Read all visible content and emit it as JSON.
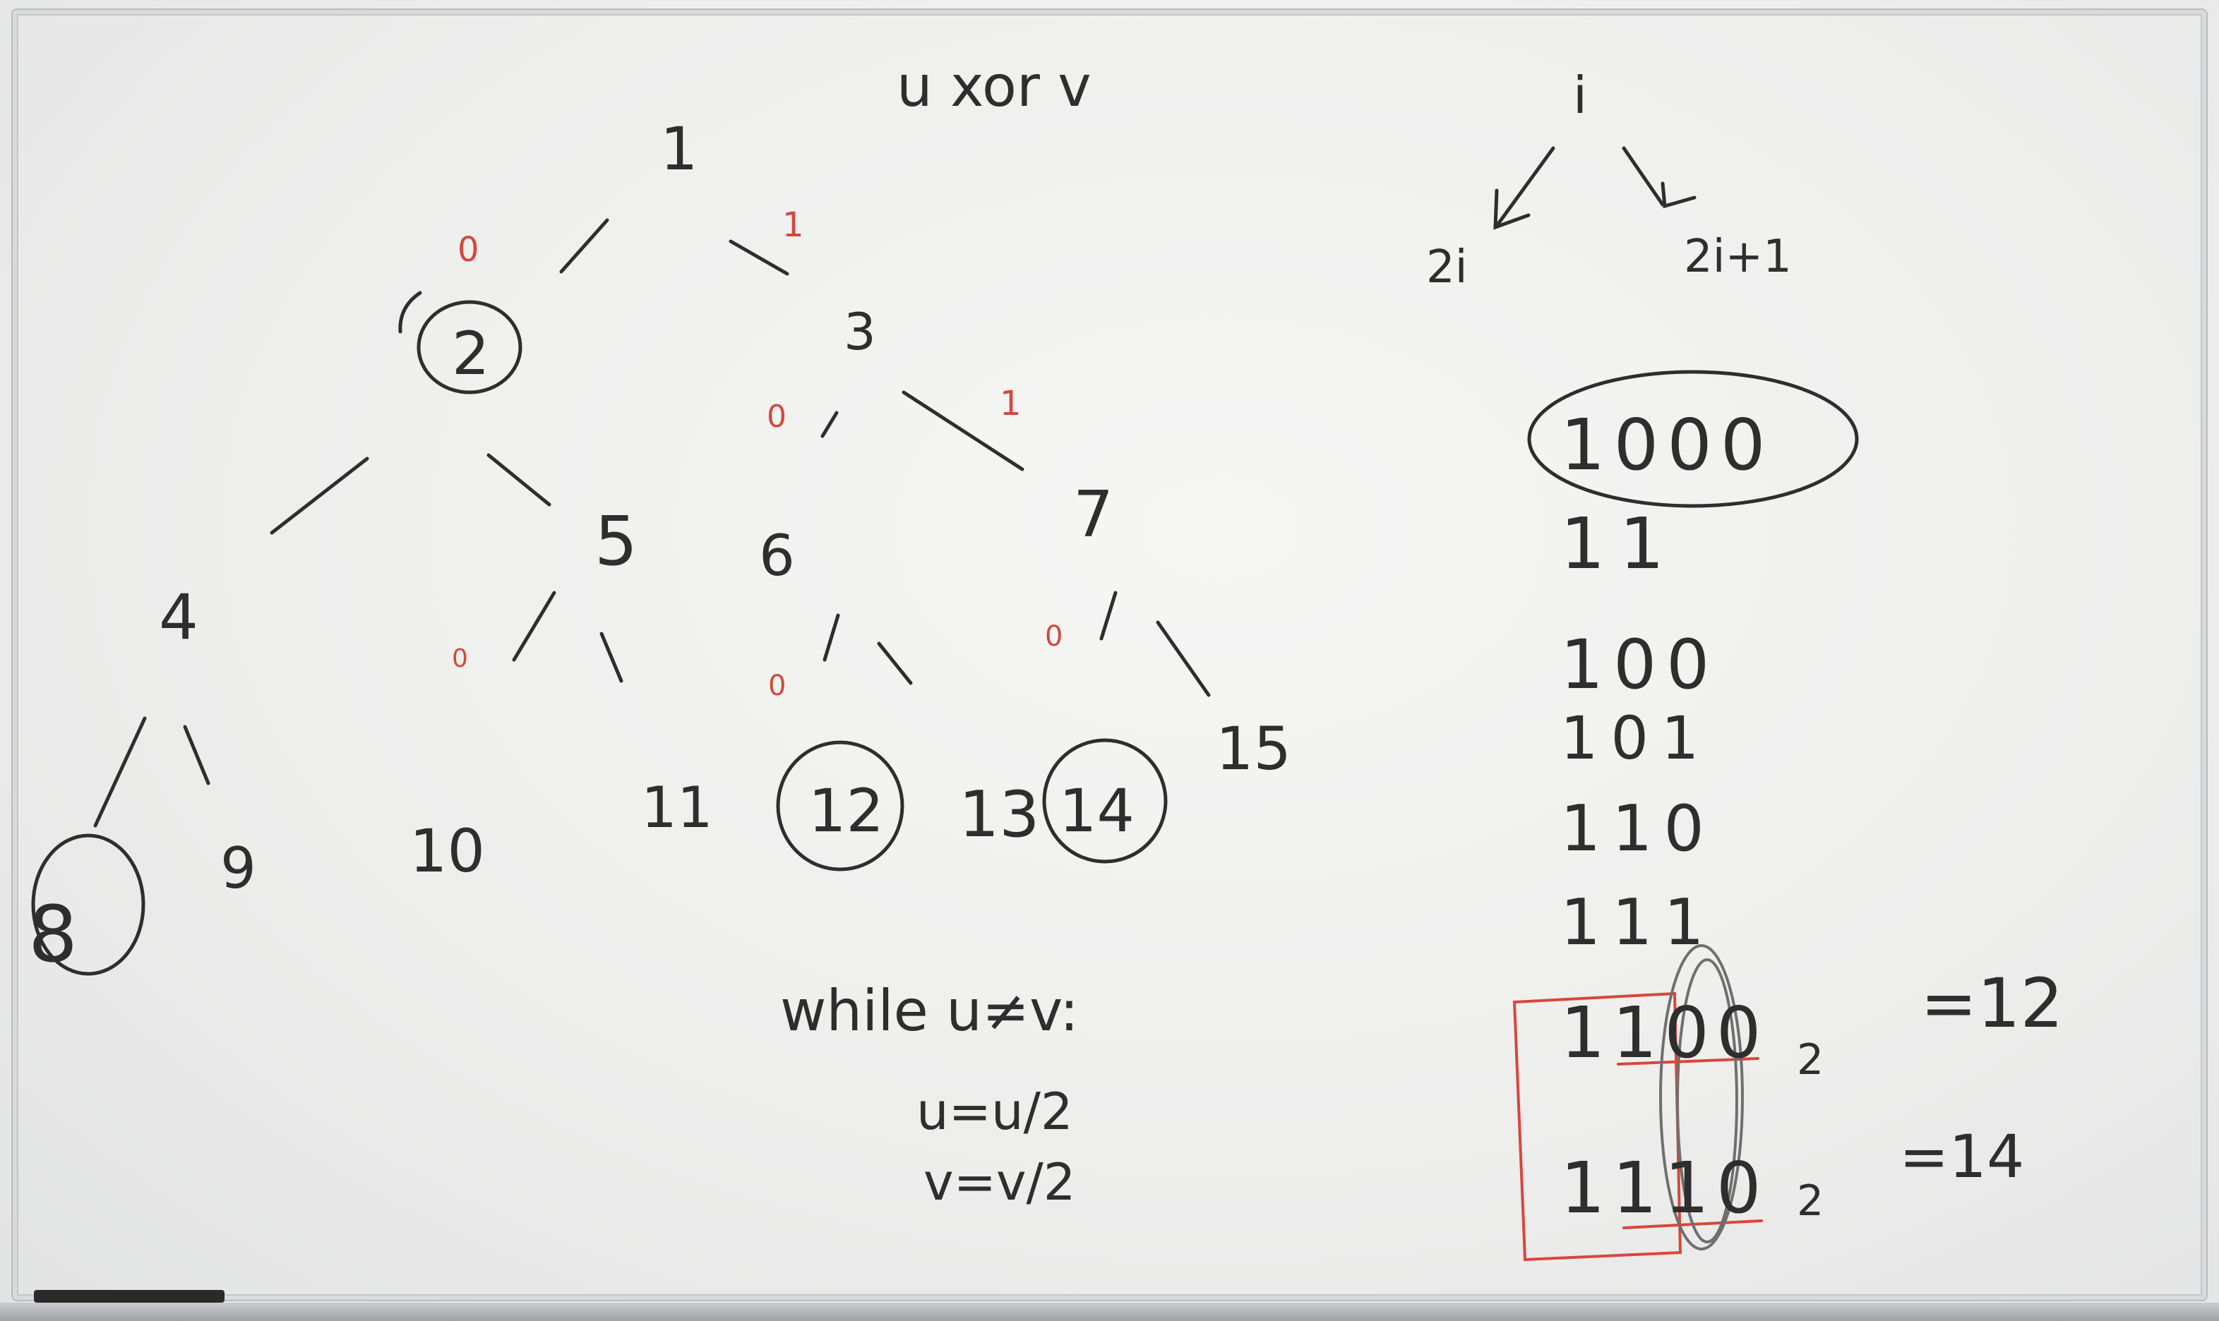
{
  "heading": "u xor v",
  "tree": {
    "nodes": [
      "1",
      "2",
      "3",
      "4",
      "5",
      "6",
      "7",
      "8",
      "9",
      "10",
      "11",
      "12",
      "13",
      "14",
      "15"
    ],
    "circled": [
      "2",
      "8",
      "12",
      "14"
    ],
    "edge_bits": [
      "0",
      "1",
      "0",
      "1",
      "0",
      "0",
      "0"
    ]
  },
  "legend": {
    "parent": "i",
    "left_child": "2i",
    "right_child": "2i+1"
  },
  "binary": {
    "rows": [
      "1000",
      "11",
      "100",
      "101",
      "110",
      "111"
    ],
    "compare": [
      {
        "bits": "1100",
        "base": "2",
        "equals": "=12"
      },
      {
        "bits": "1110",
        "base": "2",
        "equals": "=14"
      }
    ]
  },
  "algorithm": {
    "loop": "while u≠v:",
    "lines": [
      "u=u/2",
      "v=v/2"
    ]
  },
  "colors": {
    "ink": "#2e2e2e",
    "red_ink": "#d9463a",
    "board": "#f2f2f1"
  }
}
